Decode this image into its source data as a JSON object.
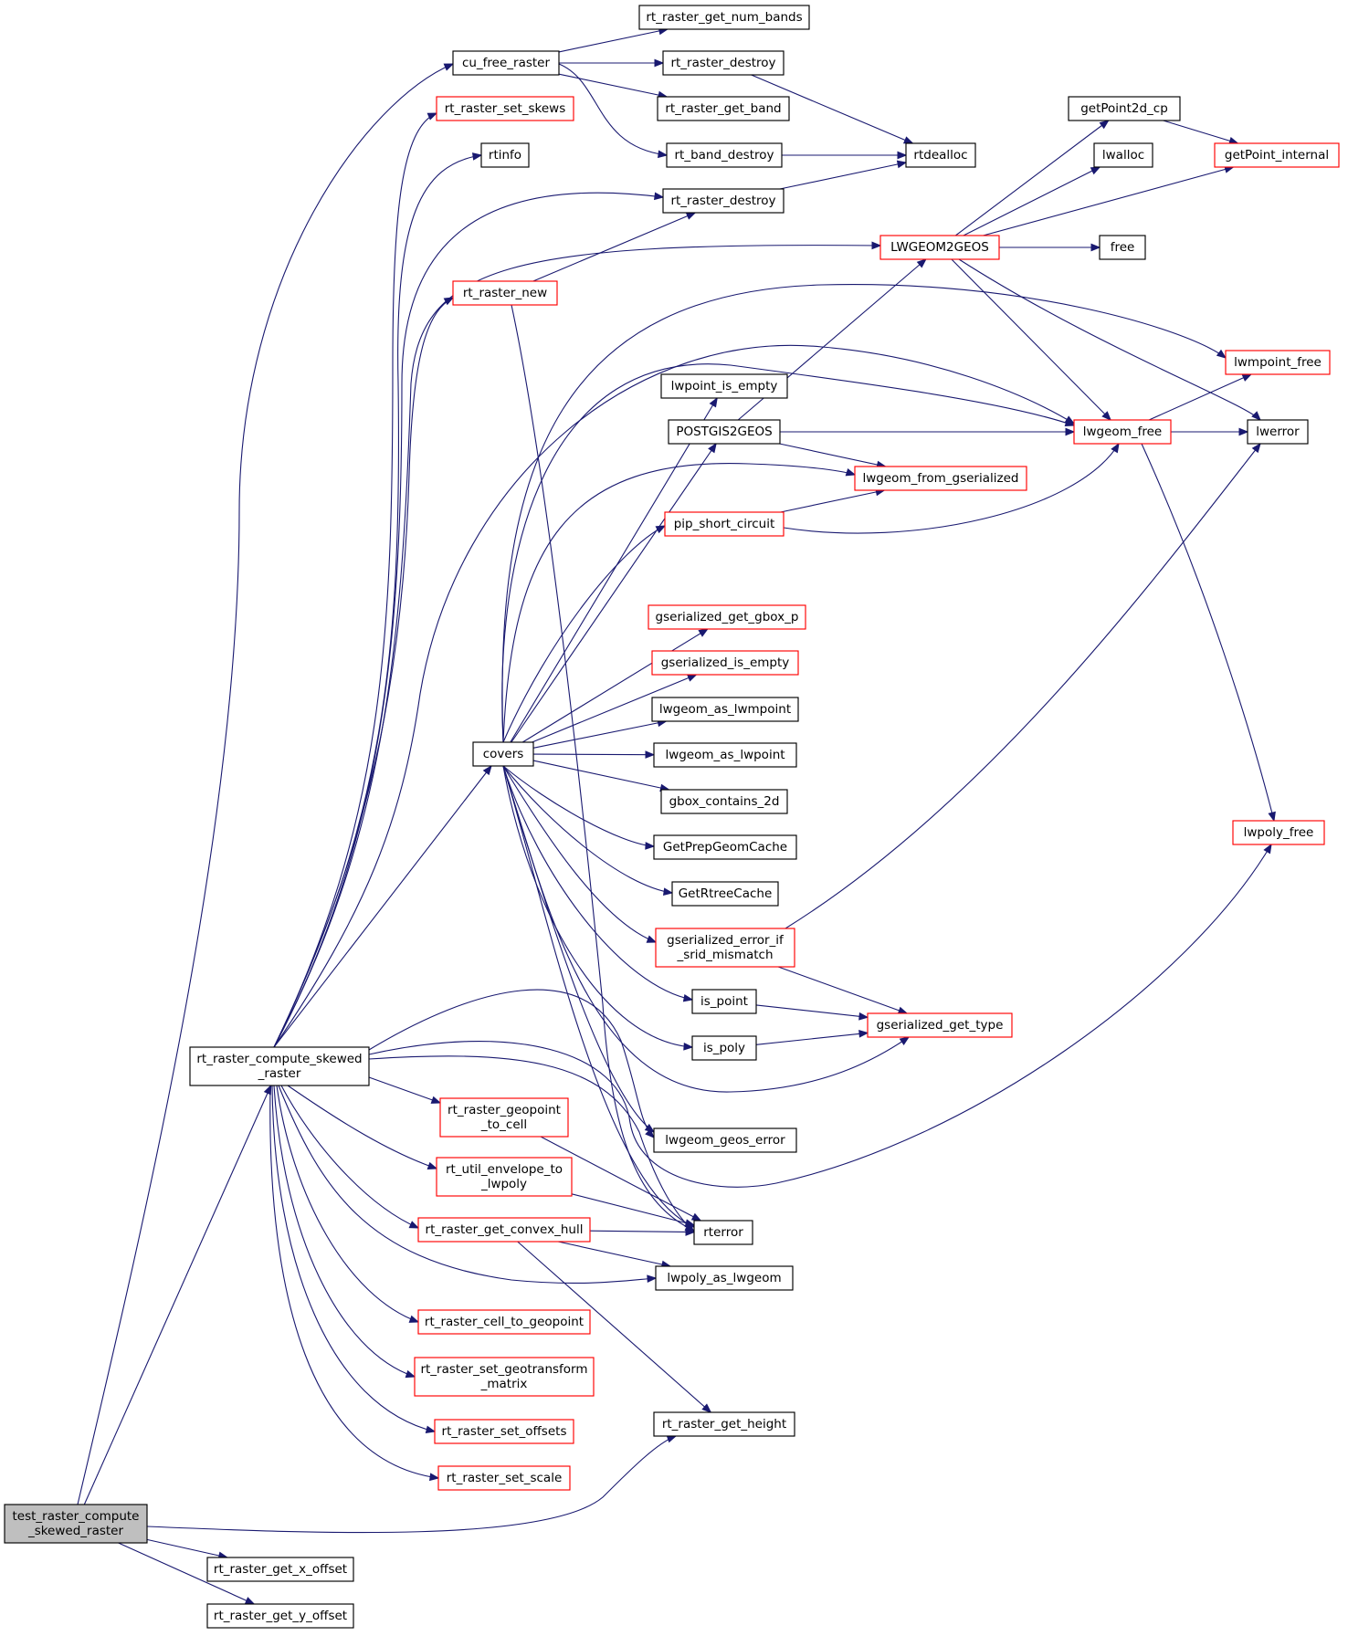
{
  "graph": {
    "type": "call-graph",
    "edge_color": "#191970",
    "node_border_colors": {
      "documented": "#000000",
      "undocumented": "#ff0000"
    },
    "root_fill": "#bfbfbf",
    "nodes": [
      {
        "id": "test_raster_compute_skewed_raster",
        "lines": [
          "test_raster_compute",
          "_skewed_raster"
        ],
        "style": "root"
      },
      {
        "id": "rt_raster_compute_skewed_raster",
        "lines": [
          "rt_raster_compute_skewed",
          "_raster"
        ],
        "style": "black"
      },
      {
        "id": "rt_raster_get_x_offset",
        "lines": [
          "rt_raster_get_x_offset"
        ],
        "style": "black"
      },
      {
        "id": "rt_raster_get_y_offset",
        "lines": [
          "rt_raster_get_y_offset"
        ],
        "style": "black"
      },
      {
        "id": "cu_free_raster",
        "lines": [
          "cu_free_raster"
        ],
        "style": "black"
      },
      {
        "id": "rt_raster_set_skews",
        "lines": [
          "rt_raster_set_skews"
        ],
        "style": "red"
      },
      {
        "id": "rtinfo",
        "lines": [
          "rtinfo"
        ],
        "style": "black"
      },
      {
        "id": "rt_raster_new",
        "lines": [
          "rt_raster_new"
        ],
        "style": "red"
      },
      {
        "id": "covers",
        "lines": [
          "covers"
        ],
        "style": "black"
      },
      {
        "id": "rt_raster_geopoint_to_cell",
        "lines": [
          "rt_raster_geopoint",
          "_to_cell"
        ],
        "style": "red"
      },
      {
        "id": "rt_util_envelope_to_lwpoly",
        "lines": [
          "rt_util_envelope_to",
          "_lwpoly"
        ],
        "style": "red"
      },
      {
        "id": "rt_raster_get_convex_hull",
        "lines": [
          "rt_raster_get_convex_hull"
        ],
        "style": "red"
      },
      {
        "id": "rt_raster_cell_to_geopoint",
        "lines": [
          "rt_raster_cell_to_geopoint"
        ],
        "style": "red"
      },
      {
        "id": "rt_raster_set_geotransform_matrix",
        "lines": [
          "rt_raster_set_geotransform",
          "_matrix"
        ],
        "style": "red"
      },
      {
        "id": "rt_raster_set_offsets",
        "lines": [
          "rt_raster_set_offsets"
        ],
        "style": "red"
      },
      {
        "id": "rt_raster_set_scale",
        "lines": [
          "rt_raster_set_scale"
        ],
        "style": "red"
      },
      {
        "id": "rt_raster_get_num_bands",
        "lines": [
          "rt_raster_get_num_bands"
        ],
        "style": "black"
      },
      {
        "id": "rt_raster_destroy_a",
        "lines": [
          "rt_raster_destroy"
        ],
        "style": "black"
      },
      {
        "id": "rt_raster_get_band",
        "lines": [
          "rt_raster_get_band"
        ],
        "style": "black"
      },
      {
        "id": "rt_band_destroy",
        "lines": [
          "rt_band_destroy"
        ],
        "style": "black"
      },
      {
        "id": "rt_raster_destroy_b",
        "lines": [
          "rt_raster_destroy"
        ],
        "style": "black"
      },
      {
        "id": "lwpoint_is_empty",
        "lines": [
          "lwpoint_is_empty"
        ],
        "style": "black"
      },
      {
        "id": "POSTGIS2GEOS",
        "lines": [
          "POSTGIS2GEOS"
        ],
        "style": "black"
      },
      {
        "id": "pip_short_circuit",
        "lines": [
          "pip_short_circuit"
        ],
        "style": "red"
      },
      {
        "id": "gserialized_get_gbox_p",
        "lines": [
          "gserialized_get_gbox_p"
        ],
        "style": "red"
      },
      {
        "id": "gserialized_is_empty",
        "lines": [
          "gserialized_is_empty"
        ],
        "style": "red"
      },
      {
        "id": "lwgeom_as_lwmpoint",
        "lines": [
          "lwgeom_as_lwmpoint"
        ],
        "style": "black"
      },
      {
        "id": "lwgeom_as_lwpoint",
        "lines": [
          "lwgeom_as_lwpoint"
        ],
        "style": "black"
      },
      {
        "id": "gbox_contains_2d",
        "lines": [
          "gbox_contains_2d"
        ],
        "style": "black"
      },
      {
        "id": "GetPrepGeomCache",
        "lines": [
          "GetPrepGeomCache"
        ],
        "style": "black"
      },
      {
        "id": "GetRtreeCache",
        "lines": [
          "GetRtreeCache"
        ],
        "style": "black"
      },
      {
        "id": "gserialized_error_if_srid_mismatch",
        "lines": [
          "gserialized_error_if",
          "_srid_mismatch"
        ],
        "style": "red"
      },
      {
        "id": "is_point",
        "lines": [
          "is_point"
        ],
        "style": "black"
      },
      {
        "id": "is_poly",
        "lines": [
          "is_poly"
        ],
        "style": "black"
      },
      {
        "id": "lwgeom_geos_error",
        "lines": [
          "lwgeom_geos_error"
        ],
        "style": "black"
      },
      {
        "id": "rterror",
        "lines": [
          "rterror"
        ],
        "style": "black"
      },
      {
        "id": "lwpoly_as_lwgeom",
        "lines": [
          "lwpoly_as_lwgeom"
        ],
        "style": "black"
      },
      {
        "id": "rt_raster_get_height",
        "lines": [
          "rt_raster_get_height"
        ],
        "style": "black"
      },
      {
        "id": "rtdealloc",
        "lines": [
          "rtdealloc"
        ],
        "style": "black"
      },
      {
        "id": "LWGEOM2GEOS",
        "lines": [
          "LWGEOM2GEOS"
        ],
        "style": "red"
      },
      {
        "id": "lwgeom_from_gserialized",
        "lines": [
          "lwgeom_from_gserialized"
        ],
        "style": "red"
      },
      {
        "id": "gserialized_get_type",
        "lines": [
          "gserialized_get_type"
        ],
        "style": "red"
      },
      {
        "id": "getPoint2d_cp",
        "lines": [
          "getPoint2d_cp"
        ],
        "style": "black"
      },
      {
        "id": "lwalloc",
        "lines": [
          "lwalloc"
        ],
        "style": "black"
      },
      {
        "id": "free",
        "lines": [
          "free"
        ],
        "style": "black"
      },
      {
        "id": "lwgeom_free",
        "lines": [
          "lwgeom_free"
        ],
        "style": "red"
      },
      {
        "id": "lwpoly_free",
        "lines": [
          "lwpoly_free"
        ],
        "style": "red"
      },
      {
        "id": "getPoint_internal",
        "lines": [
          "getPoint_internal"
        ],
        "style": "red"
      },
      {
        "id": "lwmpoint_free",
        "lines": [
          "lwmpoint_free"
        ],
        "style": "red"
      },
      {
        "id": "lwerror",
        "lines": [
          "lwerror"
        ],
        "style": "black"
      }
    ],
    "edges": [
      [
        "test_raster_compute_skewed_raster",
        "cu_free_raster"
      ],
      [
        "test_raster_compute_skewed_raster",
        "rt_raster_compute_skewed_raster"
      ],
      [
        "test_raster_compute_skewed_raster",
        "rt_raster_get_height"
      ],
      [
        "test_raster_compute_skewed_raster",
        "rt_raster_get_x_offset"
      ],
      [
        "test_raster_compute_skewed_raster",
        "rt_raster_get_y_offset"
      ],
      [
        "rt_raster_compute_skewed_raster",
        "rt_raster_set_skews"
      ],
      [
        "rt_raster_compute_skewed_raster",
        "rtinfo"
      ],
      [
        "rt_raster_compute_skewed_raster",
        "rt_raster_destroy_b"
      ],
      [
        "rt_raster_compute_skewed_raster",
        "LWGEOM2GEOS"
      ],
      [
        "rt_raster_compute_skewed_raster",
        "rt_raster_new"
      ],
      [
        "rt_raster_compute_skewed_raster",
        "lwgeom_free"
      ],
      [
        "rt_raster_compute_skewed_raster",
        "covers"
      ],
      [
        "rt_raster_compute_skewed_raster",
        "lwgeom_geos_error"
      ],
      [
        "rt_raster_compute_skewed_raster",
        "lwpoly_free"
      ],
      [
        "rt_raster_compute_skewed_raster",
        "rterror"
      ],
      [
        "rt_raster_compute_skewed_raster",
        "rt_raster_geopoint_to_cell"
      ],
      [
        "rt_raster_compute_skewed_raster",
        "rt_util_envelope_to_lwpoly"
      ],
      [
        "rt_raster_compute_skewed_raster",
        "rt_raster_get_convex_hull"
      ],
      [
        "rt_raster_compute_skewed_raster",
        "lwpoly_as_lwgeom"
      ],
      [
        "rt_raster_compute_skewed_raster",
        "rt_raster_cell_to_geopoint"
      ],
      [
        "rt_raster_compute_skewed_raster",
        "rt_raster_set_geotransform_matrix"
      ],
      [
        "rt_raster_compute_skewed_raster",
        "rt_raster_set_offsets"
      ],
      [
        "rt_raster_compute_skewed_raster",
        "rt_raster_set_scale"
      ],
      [
        "cu_free_raster",
        "rt_raster_get_num_bands"
      ],
      [
        "cu_free_raster",
        "rt_raster_destroy_a"
      ],
      [
        "cu_free_raster",
        "rt_raster_get_band"
      ],
      [
        "cu_free_raster",
        "rt_band_destroy"
      ],
      [
        "rt_raster_destroy_a",
        "rtdealloc"
      ],
      [
        "rt_band_destroy",
        "rtdealloc"
      ],
      [
        "rt_raster_destroy_b",
        "rtdealloc"
      ],
      [
        "rt_raster_new",
        "rt_raster_destroy_b"
      ],
      [
        "rt_raster_new",
        "rterror"
      ],
      [
        "covers",
        "lwmpoint_free"
      ],
      [
        "covers",
        "lwgeom_free"
      ],
      [
        "covers",
        "lwpoint_is_empty"
      ],
      [
        "covers",
        "POSTGIS2GEOS"
      ],
      [
        "covers",
        "lwgeom_from_gserialized"
      ],
      [
        "covers",
        "pip_short_circuit"
      ],
      [
        "covers",
        "gserialized_get_gbox_p"
      ],
      [
        "covers",
        "gserialized_is_empty"
      ],
      [
        "covers",
        "lwgeom_as_lwmpoint"
      ],
      [
        "covers",
        "lwgeom_as_lwpoint"
      ],
      [
        "covers",
        "gbox_contains_2d"
      ],
      [
        "covers",
        "GetPrepGeomCache"
      ],
      [
        "covers",
        "GetRtreeCache"
      ],
      [
        "covers",
        "gserialized_error_if_srid_mismatch"
      ],
      [
        "covers",
        "is_point"
      ],
      [
        "covers",
        "is_poly"
      ],
      [
        "covers",
        "gserialized_get_type"
      ],
      [
        "covers",
        "lwgeom_geos_error"
      ],
      [
        "covers",
        "rterror"
      ],
      [
        "POSTGIS2GEOS",
        "LWGEOM2GEOS"
      ],
      [
        "POSTGIS2GEOS",
        "lwgeom_free"
      ],
      [
        "POSTGIS2GEOS",
        "lwgeom_from_gserialized"
      ],
      [
        "pip_short_circuit",
        "lwgeom_from_gserialized"
      ],
      [
        "pip_short_circuit",
        "lwgeom_free"
      ],
      [
        "gserialized_error_if_srid_mismatch",
        "lwerror"
      ],
      [
        "gserialized_error_if_srid_mismatch",
        "gserialized_get_type"
      ],
      [
        "is_point",
        "gserialized_get_type"
      ],
      [
        "is_poly",
        "gserialized_get_type"
      ],
      [
        "rt_raster_geopoint_to_cell",
        "rterror"
      ],
      [
        "rt_util_envelope_to_lwpoly",
        "rterror"
      ],
      [
        "rt_raster_get_convex_hull",
        "rterror"
      ],
      [
        "rt_raster_get_convex_hull",
        "lwpoly_as_lwgeom"
      ],
      [
        "rt_raster_get_convex_hull",
        "rt_raster_get_height"
      ],
      [
        "LWGEOM2GEOS",
        "getPoint2d_cp"
      ],
      [
        "LWGEOM2GEOS",
        "lwalloc"
      ],
      [
        "LWGEOM2GEOS",
        "getPoint_internal"
      ],
      [
        "LWGEOM2GEOS",
        "free"
      ],
      [
        "LWGEOM2GEOS",
        "lwgeom_free"
      ],
      [
        "LWGEOM2GEOS",
        "lwerror"
      ],
      [
        "getPoint2d_cp",
        "getPoint_internal"
      ],
      [
        "lwgeom_free",
        "lwmpoint_free"
      ],
      [
        "lwgeom_free",
        "lwerror"
      ],
      [
        "lwgeom_free",
        "lwpoly_free"
      ]
    ]
  }
}
